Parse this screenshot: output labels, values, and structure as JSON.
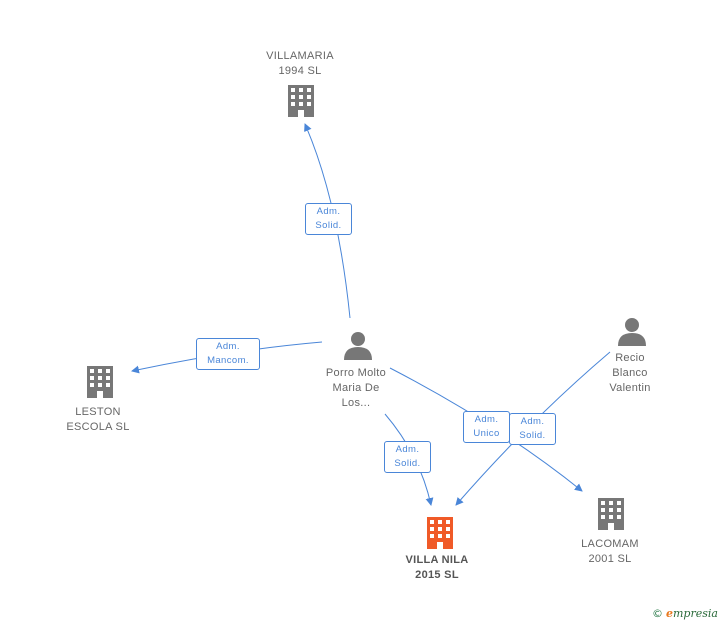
{
  "colors": {
    "edge": "#4a86d8",
    "building": "#777777",
    "focus_building": "#f05a28",
    "person": "#777777"
  },
  "nodes": {
    "villamaria": {
      "line1": "VILLAMARIA",
      "line2": "1994 SL",
      "icon": "building-icon"
    },
    "leston": {
      "line1": "LESTON",
      "line2": "ESCOLA SL",
      "icon": "building-icon"
    },
    "porro": {
      "line1": "Porro Molto",
      "line2": "Maria De",
      "line3": "Los...",
      "icon": "person-icon"
    },
    "recio": {
      "line1": "Recio",
      "line2": "Blanco",
      "line3": "Valentin",
      "icon": "person-icon"
    },
    "villanila": {
      "line1": "VILLA NILA",
      "line2": "2015 SL",
      "icon": "building-icon"
    },
    "lacomam": {
      "line1": "LACOMAM",
      "line2": "2001 SL",
      "icon": "building-icon"
    }
  },
  "edges": {
    "porro_villamaria": {
      "line1": "Adm.",
      "line2": "Solid."
    },
    "porro_leston": {
      "line1": "Adm.",
      "line2": "Mancom."
    },
    "porro_villanila": {
      "line1": "Adm.",
      "line2": "Solid."
    },
    "porro_lacomam": {
      "line1": "Adm.",
      "line2": "Unico"
    },
    "recio_villanila": {
      "line1": "Adm.",
      "line2": "Solid."
    }
  },
  "footer": {
    "copyright": "©",
    "brand_initial": "e",
    "brand_rest": "mpresia"
  }
}
